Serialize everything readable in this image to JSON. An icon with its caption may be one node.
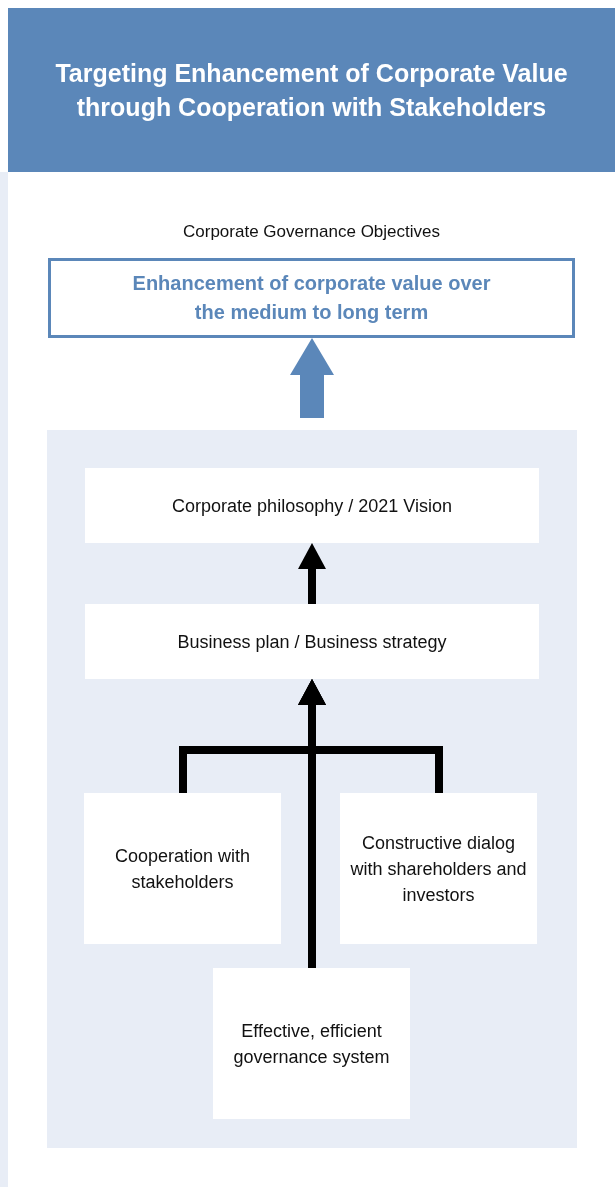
{
  "diagram": {
    "title": "Targeting Enhancement of Corporate Value through Cooperation with Stakeholders",
    "nodes": [
      {
        "text": [
          "Corporate Governance Objectives",
          "Enhancement of corporate value over the medium to long term"
        ]
      },
      {
        "text": [],
        "shape": "box"
      },
      {
        "text": [
          "Corporate philosophy / 2021 Vision"
        ],
        "in": 1
      },
      {
        "text": [
          "Business plan / Business strategy"
        ],
        "in": 1
      },
      {
        "text": [
          "Cooperation with stakeholders"
        ],
        "in": 1
      },
      {
        "text": [
          "Constructive dialog with shareholders and investors"
        ],
        "in": 1
      },
      {
        "text": [
          "Effective, efficient governance system"
        ],
        "in": 1
      }
    ],
    "edges": [
      {
        "from": 1,
        "to": 0,
        "arrow": "to",
        "style": "thick",
        "color": "#5b87b9"
      },
      {
        "from": 3,
        "to": 2,
        "arrow": "to"
      },
      {
        "from": 4,
        "to": 3,
        "arrow": "to"
      },
      {
        "from": 5,
        "to": 3,
        "arrow": "to"
      },
      {
        "from": 6,
        "to": 3,
        "arrow": "to"
      }
    ]
  }
}
